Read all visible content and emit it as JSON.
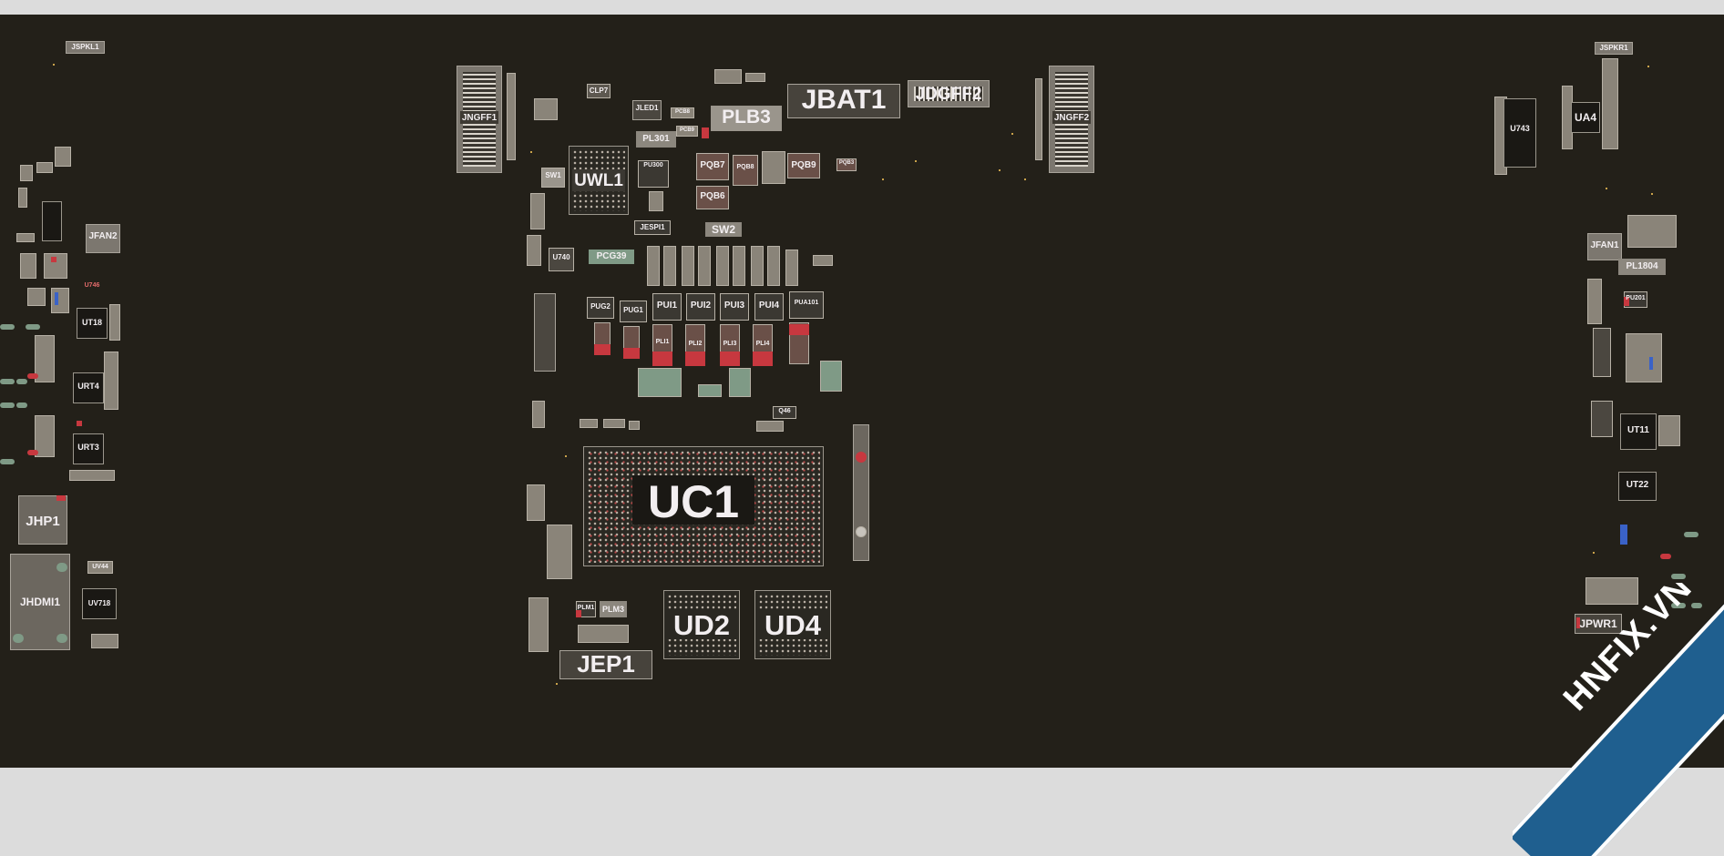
{
  "viewer": {
    "background_color": "#232019",
    "frame_color": "#dcdcdc"
  },
  "components": {
    "JSPKL1": "JSPKL1",
    "JFAN2": "JFAN2",
    "UT18": "UT18",
    "URT4": "URT4",
    "URT3": "URT3",
    "JHP1": "JHP1",
    "JHDMI1": "JHDMI1",
    "UV718": "UV718",
    "UV44": "UV44",
    "U746": "U746",
    "JNGFF1": "JNGFF1",
    "CLP7": "CLP7",
    "JLED1": "JLED1",
    "PCB8": "PCB8",
    "PLB3": "PLB3",
    "JBAT1": "JBAT1",
    "JDGFF2": "JDGFF2",
    "JNGFF2": "JNGFF2",
    "PL301": "PL301",
    "PCB9": "PCB9",
    "SW1": "SW1",
    "UWL1": "UWL1",
    "PU300": "PU300",
    "PQB7": "PQB7",
    "PQB8": "PQB8",
    "PQB9": "PQB9",
    "PQB3": "PQB3",
    "PQB6": "PQB6",
    "JESPI1": "JESPI1",
    "SW2": "SW2",
    "U740": "U740",
    "PCG39": "PCG39",
    "PUG2": "PUG2",
    "PUG1": "PUG1",
    "PUI1": "PUI1",
    "PUI2": "PUI2",
    "PUI3": "PUI3",
    "PUI4": "PUI4",
    "PUA101": "PUA101",
    "PLI1": "PLI1",
    "PLI2": "PLI2",
    "PLI3": "PLI3",
    "PLI4": "PLI4",
    "Q46": "Q46",
    "UC1": "UC1",
    "PLM1": "PLM1",
    "PLM3": "PLM3",
    "UD2": "UD2",
    "UD4": "UD4",
    "JEP1": "JEP1",
    "JSPKR1": "JSPKR1",
    "U743": "U743",
    "UA4": "UA4",
    "JFAN1": "JFAN1",
    "PL1804": "PL1804",
    "PU201": "PU201",
    "UT11": "UT11",
    "UT22": "UT22",
    "JPWR1": "JPWR1"
  },
  "watermark": {
    "text": "HNFIX.VN",
    "color": "#1f5f8f"
  }
}
